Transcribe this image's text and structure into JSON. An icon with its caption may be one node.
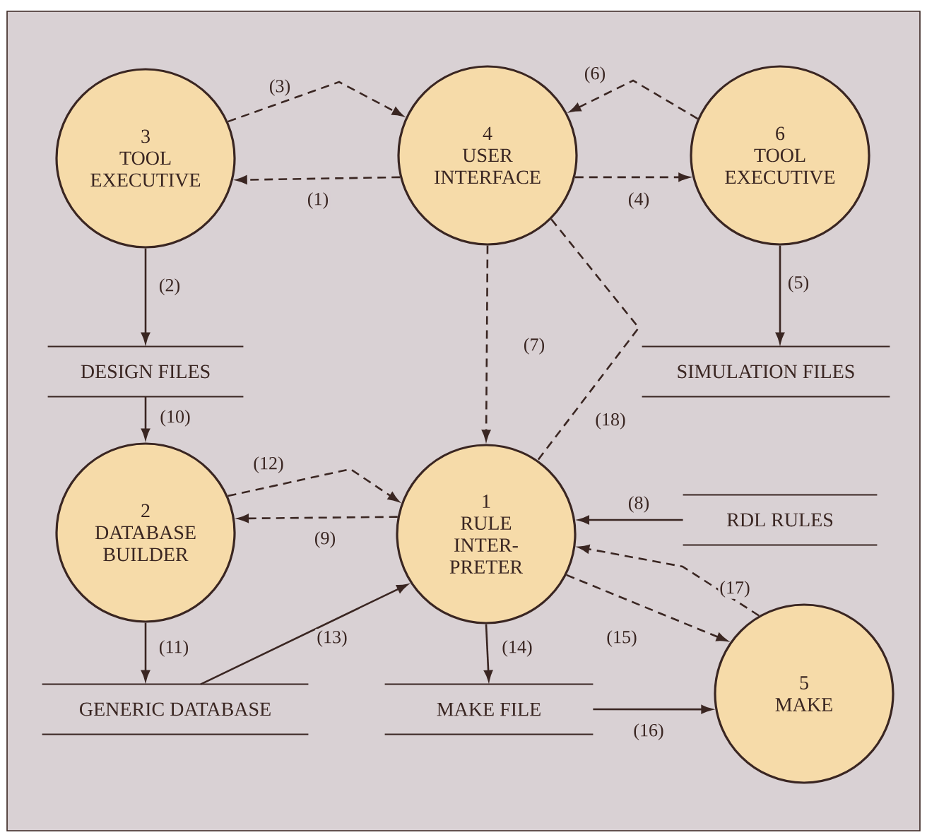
{
  "diagram": {
    "nodes": [
      {
        "text": [
          "3",
          "TOOL EXECUTIVE"
        ]
      },
      {
        "text": [
          "4",
          "USER INTERFACE"
        ]
      },
      {
        "text": [
          "6",
          "TOOL EXECUTIVE"
        ]
      },
      {
        "text": [
          "DESIGN FILES"
        ]
      },
      {
        "text": [
          "SIMULATION FILES"
        ]
      },
      {
        "text": [
          "2",
          "DATABASE BUILDER"
        ]
      },
      {
        "text": [
          "1",
          "RULE INTER-PRETER"
        ]
      },
      {
        "text": [
          "RDL RULES"
        ]
      },
      {
        "text": [
          "GENERIC DATABASE"
        ]
      },
      {
        "text": [
          "MAKE FILE"
        ]
      },
      {
        "text": [
          "5",
          "MAKE"
        ]
      }
    ],
    "edges": [
      {
        "from": 1,
        "to": 0,
        "arrow": "to",
        "style": "dashed",
        "label": "(1)"
      },
      {
        "from": 0,
        "to": 3,
        "arrow": "to",
        "label": "(2)"
      },
      {
        "from": 0,
        "to": 1,
        "arrow": "to",
        "style": "dashed",
        "label": "(3)"
      },
      {
        "from": 1,
        "to": 2,
        "arrow": "to",
        "style": "dashed",
        "label": "(4)"
      },
      {
        "from": 2,
        "to": 4,
        "arrow": "to",
        "label": "(5)"
      },
      {
        "from": 2,
        "to": 1,
        "arrow": "to",
        "style": "dashed",
        "label": "(6)"
      },
      {
        "from": 1,
        "to": 6,
        "arrow": "to",
        "style": "dashed",
        "label": "(7)"
      },
      {
        "from": 7,
        "to": 6,
        "arrow": "to",
        "label": "(8)"
      },
      {
        "from": 6,
        "to": 5,
        "arrow": "to",
        "style": "dashed",
        "label": "(9)"
      },
      {
        "from": 3,
        "to": 5,
        "arrow": "to",
        "label": "(10)"
      },
      {
        "from": 5,
        "to": 8,
        "arrow": "to",
        "label": "(11)"
      },
      {
        "from": 5,
        "to": 6,
        "arrow": "to",
        "style": "dashed",
        "label": "(12)"
      },
      {
        "from": 8,
        "to": 6,
        "arrow": "to",
        "label": "(13)"
      },
      {
        "from": 6,
        "to": 9,
        "arrow": "to",
        "label": "(14)"
      },
      {
        "from": 6,
        "to": 10,
        "arrow": "to",
        "style": "dashed",
        "label": "(15)"
      },
      {
        "from": 9,
        "to": 10,
        "arrow": "to",
        "label": "(16)"
      },
      {
        "from": 10,
        "to": 6,
        "arrow": "to",
        "style": "dashed",
        "label": "(17)"
      },
      {
        "from": 1,
        "to": 6,
        "arrow": "none",
        "style": "dashed",
        "label": "(18)"
      }
    ]
  }
}
